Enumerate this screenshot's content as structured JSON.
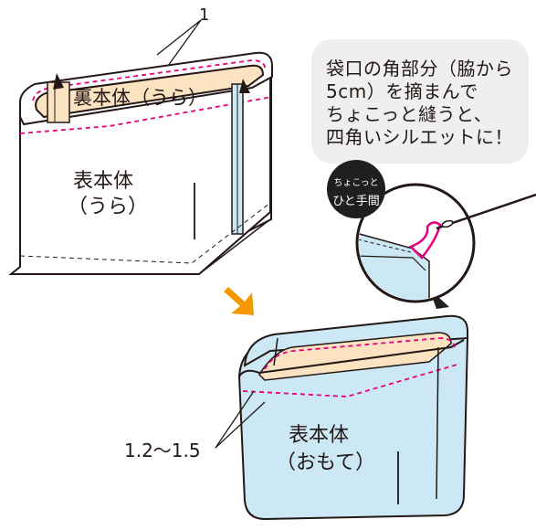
{
  "labels": {
    "callout_1": "1",
    "inner_body_back": "裏本体（うら）",
    "outer_body_back_line1": "表本体",
    "outer_body_back_line2": "（うら）",
    "outer_body_front_line1": "表本体",
    "outer_body_front_line2": "（おもて）",
    "seam_allowance": "1.2～1.5"
  },
  "speech_bubble": {
    "lines": [
      "袋口の角部分（脇から",
      "5cm）を摘まんで",
      "ちょこっと縫うと、",
      "四角いシルエットに！"
    ]
  },
  "badge": {
    "line1": "ちょこっと",
    "line2": "ひと手間"
  },
  "colors": {
    "outline": "#231815",
    "stitch": "#e4007f",
    "lining": "#fbe3c2",
    "body_blue": "#cce8f4",
    "arrow": "#f39800",
    "bubble": "#efefef",
    "badge": "#1f1f1f"
  }
}
